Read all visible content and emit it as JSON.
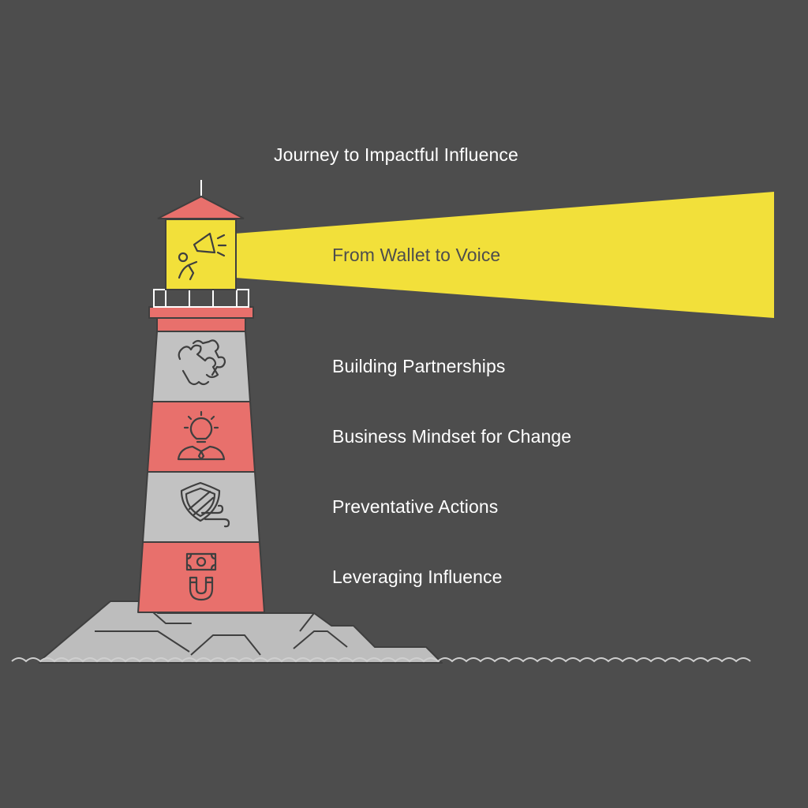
{
  "title": "Journey to Impactful Influence",
  "levels": [
    {
      "label": "From Wallet to Voice",
      "icon": "megaphone-person-icon"
    },
    {
      "label": "Building Partnerships",
      "icon": "handshake-puzzle-icon"
    },
    {
      "label": "Business Mindset for Change",
      "icon": "lightbulb-businessman-icon"
    },
    {
      "label": "Preventative Actions",
      "icon": "shield-wind-icon"
    },
    {
      "label": "Leveraging Influence",
      "icon": "money-magnet-icon"
    }
  ],
  "colors": {
    "background": "#4d4d4d",
    "beam": "#f2e03a",
    "red_band": "#e8706c",
    "gray_band": "#c2c2c2",
    "rock": "#bdbdbd",
    "outline": "#3f3f3f",
    "text": "#ffffff"
  }
}
